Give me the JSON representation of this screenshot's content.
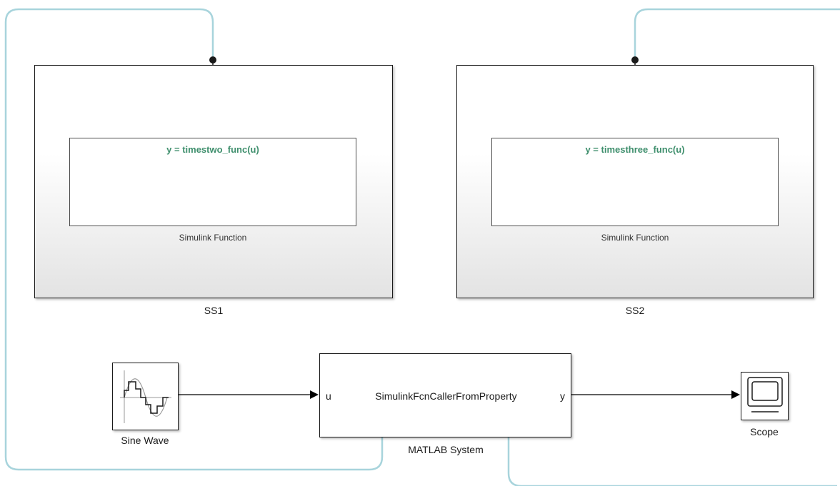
{
  "subsystems": [
    {
      "name": "SS1",
      "function_signature": "y = timestwo_func(u)",
      "function_block_label": "Simulink Function"
    },
    {
      "name": "SS2",
      "function_signature": "y = timesthree_func(u)",
      "function_block_label": "Simulink Function"
    }
  ],
  "blocks": {
    "sine": {
      "label": "Sine Wave",
      "icon": "sine-wave-icon"
    },
    "matlab_system": {
      "label": "MATLAB System",
      "content": "SimulinkFcnCallerFromProperty",
      "input_port": "u",
      "output_port": "y"
    },
    "scope": {
      "label": "Scope",
      "icon": "scope-icon"
    }
  },
  "colors": {
    "function_call_line": "#a8d4dc",
    "signal_line": "#000000",
    "signature_text": "#3f8f6d",
    "block_border": "#1a1a1a"
  }
}
